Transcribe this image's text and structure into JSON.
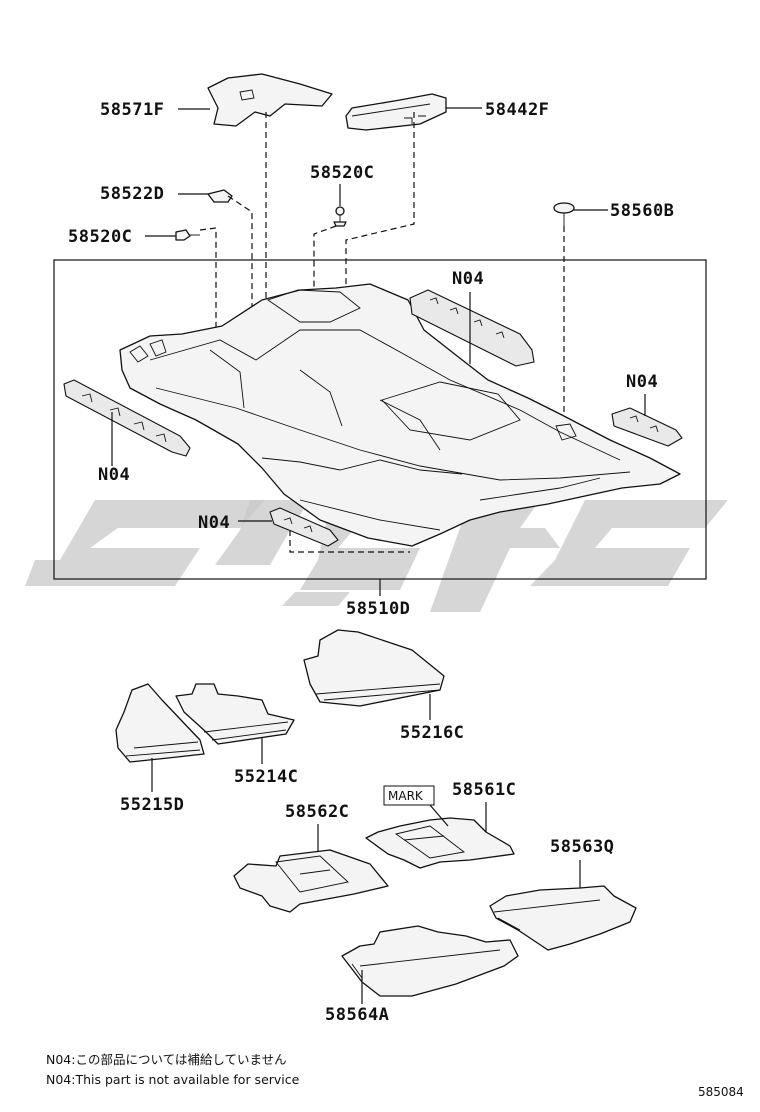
{
  "parts": {
    "p58571F": "58571F",
    "p58442F": "58442F",
    "p58520C_a": "58520C",
    "p58522D": "58522D",
    "p58520C_b": "58520C",
    "p58560B": "58560B",
    "n04_top": "N04",
    "n04_right": "N04",
    "n04_left": "N04",
    "n04_bottom": "N04",
    "p58510D": "58510D",
    "p55216C": "55216C",
    "p55214C": "55214C",
    "p55215D": "55215D",
    "p58562C": "58562C",
    "p58561C": "58561C",
    "mark": "MARK",
    "p58563Q": "58563Q",
    "p58564A": "58564A"
  },
  "notes": {
    "jp": "N04:この部品については補給していません",
    "en": "N04:This part is not available for service"
  },
  "diagram_id": "585084",
  "colors": {
    "line": "#111111",
    "watermark": "#c8c8c8"
  }
}
